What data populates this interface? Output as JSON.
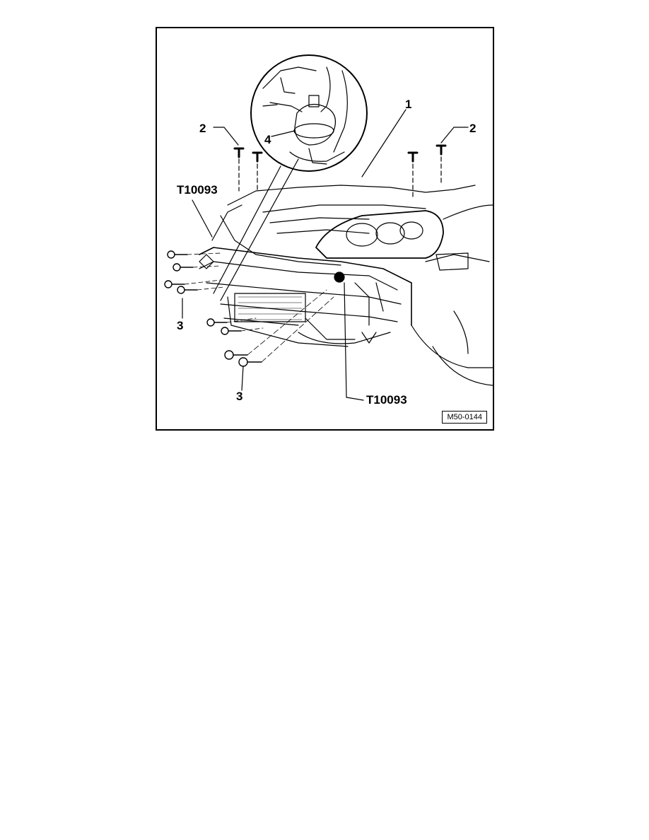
{
  "figure": {
    "id_label": "M50-0144",
    "callouts": {
      "c1": "1",
      "c2_left": "2",
      "c2_right": "2",
      "c3_upper": "3",
      "c3_lower": "3",
      "c4": "4",
      "tool_left": "T10093",
      "tool_bottom": "T10093"
    }
  }
}
